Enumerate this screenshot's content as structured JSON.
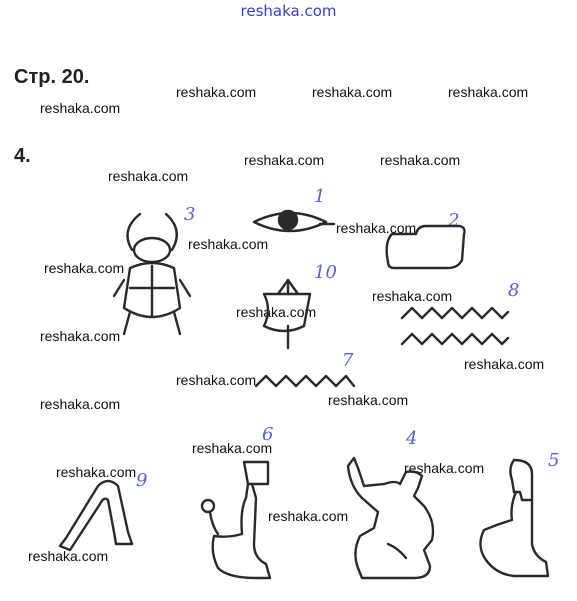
{
  "header": {
    "site": "reshaka.com"
  },
  "page": {
    "heading": "Стр. 20.",
    "task_number": "4."
  },
  "watermark": "reshaka.com",
  "hieroglyphs": [
    {
      "number": "1",
      "icon": "eye-icon"
    },
    {
      "number": "2",
      "icon": "hand-icon"
    },
    {
      "number": "3",
      "icon": "scarab-beetle-icon"
    },
    {
      "number": "4",
      "icon": "kneeling-man-raised-arm-icon"
    },
    {
      "number": "5",
      "icon": "seated-woman-icon"
    },
    {
      "number": "6",
      "icon": "kneeling-man-with-staff-icon"
    },
    {
      "number": "7",
      "icon": "water-zigzag-icon"
    },
    {
      "number": "8",
      "icon": "double-water-zigzag-icon"
    },
    {
      "number": "9",
      "icon": "legs-walking-icon"
    },
    {
      "number": "10",
      "icon": "boat-with-sail-icon"
    }
  ]
}
